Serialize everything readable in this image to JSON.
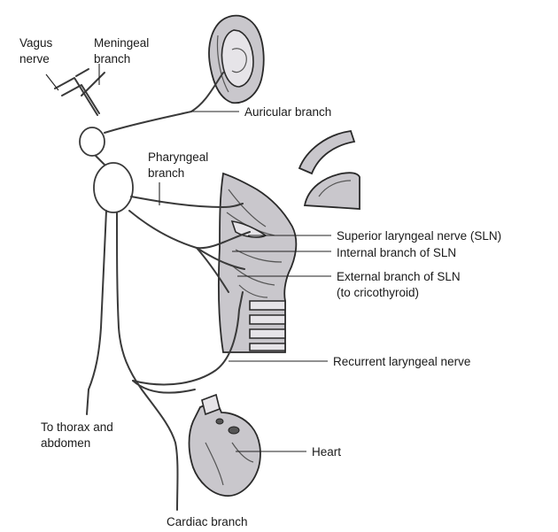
{
  "labels": {
    "vagus": [
      "Vagus",
      "nerve"
    ],
    "meningeal": [
      "Meningeal",
      "branch"
    ],
    "auricular": "Auricular branch",
    "pharyngeal": [
      "Pharyngeal",
      "branch"
    ],
    "sln": "Superior laryngeal nerve (SLN)",
    "internal": "Internal branch of SLN",
    "external": [
      "External branch of SLN",
      "(to cricothyroid)"
    ],
    "recurrent": "Recurrent laryngeal nerve",
    "thorax": [
      "To thorax and",
      "abdomen"
    ],
    "heart": "Heart",
    "cardiac": "Cardiac branch"
  },
  "colors": {
    "organ": "#c9c7cc",
    "nerve": "#3a3a3a"
  }
}
